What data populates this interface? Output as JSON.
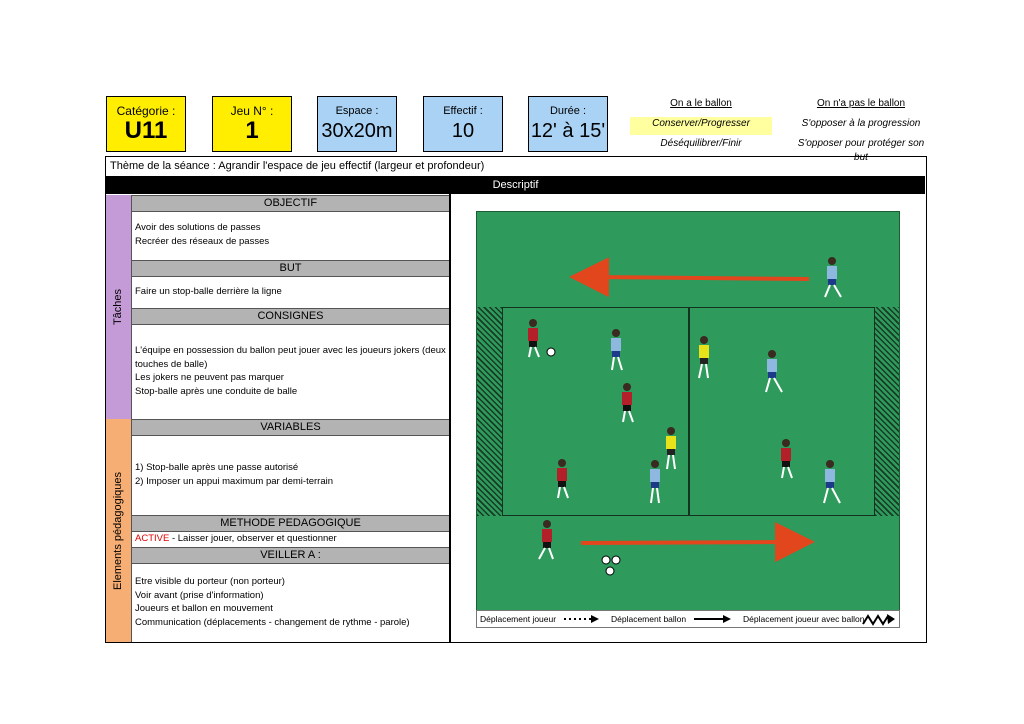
{
  "header": {
    "categorie": {
      "label": "Catégorie :",
      "value": "U11"
    },
    "jeu": {
      "label": "Jeu N° :",
      "value": "1"
    },
    "espace": {
      "label": "Espace :",
      "value": "30x20m"
    },
    "effectif": {
      "label": "Effectif :",
      "value": "10"
    },
    "duree": {
      "label": "Durée :",
      "value": "12' à 15'"
    }
  },
  "modes": {
    "ballon": {
      "title": "On a le ballon",
      "items": [
        "Conserver/Progresser",
        "Déséquilibrer/Finir"
      ]
    },
    "sans_ballon": {
      "title": "On n'a pas le ballon",
      "items": [
        "S'opposer à la progression",
        "S'opposer pour protéger son but"
      ]
    }
  },
  "theme": "Thème de la séance : Agrandir l'espace de jeu effectif (largeur et profondeur)",
  "descriptif": "Descriptif",
  "side_labels": {
    "taches": "Tâches",
    "elements": "Elements pédagogiques"
  },
  "sections": {
    "objectif": {
      "title": "OBJECTIF",
      "lines": [
        "Avoir des solutions de passes",
        "Recréer des réseaux de passes"
      ]
    },
    "but": {
      "title": "BUT",
      "lines": [
        "Faire un stop-balle derrière la ligne"
      ]
    },
    "consignes": {
      "title": "CONSIGNES",
      "lines": [
        "L'équipe en possession du ballon peut jouer avec les joueurs jokers (deux",
        "touches de balle)",
        "Les jokers ne peuvent pas marquer",
        "Stop-balle après une conduite de balle"
      ]
    },
    "variables": {
      "title": "VARIABLES",
      "lines": [
        "1) Stop-balle après une passe autorisé",
        "2) Imposer un appui maximum par demi-terrain"
      ]
    },
    "methode": {
      "title": "METHODE PEDAGOGIQUE",
      "active": "ACTIVE",
      "text": " - Laisser jouer, observer et questionner"
    },
    "veiller": {
      "title": "VEILLER A :",
      "lines": [
        "Etre visible du porteur (non porteur)",
        "Voir avant (prise d'information)",
        "Joueurs et ballon en mouvement",
        "Communication (déplacements - changement de rythme - parole)"
      ]
    }
  },
  "legend": {
    "joueur": "Déplacement joueur",
    "ballon": "Déplacement ballon",
    "joueur_ballon": "Déplacement joueur avec ballon"
  },
  "colors": {
    "yellow_box": "#ffee00",
    "blue_box": "#a9d2f5",
    "pitch_green": "#2e9a5b",
    "arrow_red": "#e2461d",
    "team_red": "#b3202a",
    "team_blue": "#8fb8e0",
    "joker_yellow": "#e8e21a"
  }
}
